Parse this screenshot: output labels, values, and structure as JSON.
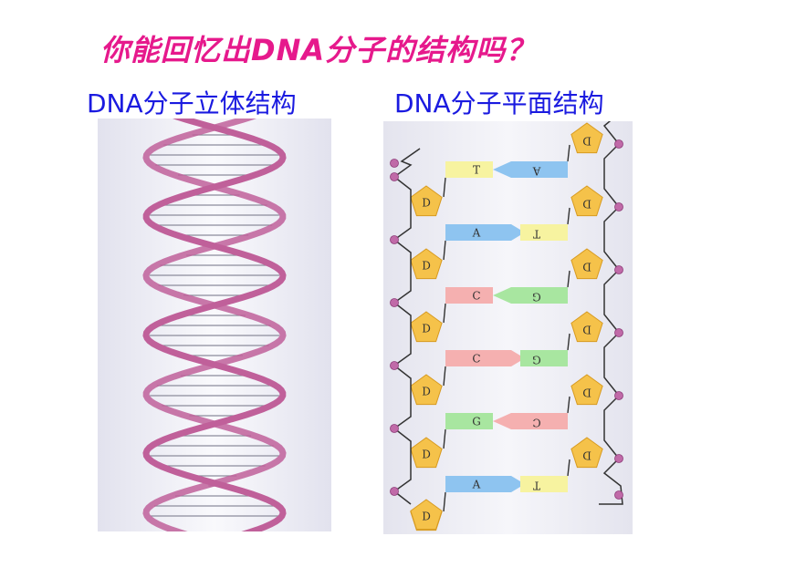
{
  "title": "你能回忆出DNA分子的结构吗？",
  "subtitles": {
    "helix": "DNA分子立体结构",
    "planar": "DNA分子平面结构"
  },
  "colors": {
    "title": "#e6198c",
    "subtitle": "#1a1ae0",
    "strand": "#c0609a",
    "deoxyribose": "#f5c24a",
    "base_A": "#8ec4f0",
    "base_T": "#f7f3a0",
    "base_C": "#f5b0b0",
    "base_G": "#a8e6a0"
  },
  "sugar_label": "D",
  "base_pairs": [
    {
      "left": "T",
      "right": "A"
    },
    {
      "left": "A",
      "right": "T"
    },
    {
      "left": "C",
      "right": "G"
    },
    {
      "left": "C",
      "right": "G"
    },
    {
      "left": "G",
      "right": "C"
    },
    {
      "left": "A",
      "right": "T"
    }
  ]
}
